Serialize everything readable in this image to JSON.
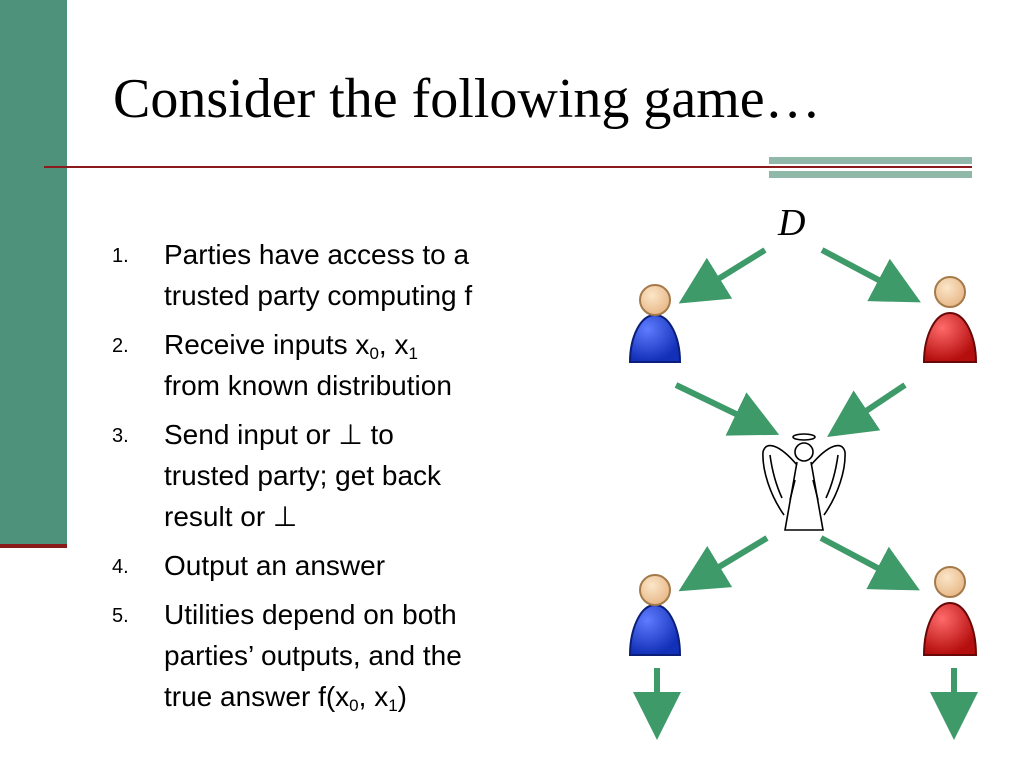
{
  "slide": {
    "title": "Consider the following game…",
    "colors": {
      "sidebar": "#4f927b",
      "rule": "#8b1a1a",
      "accent": "#8fb8a8",
      "arrow": "#3f9a6a",
      "blue_party": "#1d3fc9",
      "red_party": "#d11b1b"
    }
  },
  "steps": [
    {
      "number": "1.",
      "line1": "Parties have access to a",
      "line2": "trusted party computing f"
    },
    {
      "number": "2.",
      "line1_pre": "Receive inputs x",
      "sub0": "0",
      "line1_mid": ", x",
      "sub1": "1",
      "line2": "from known distribution"
    },
    {
      "number": "3.",
      "line1": "Send input or ⊥ to",
      "line2": "trusted party; get back",
      "line3": "result or ⊥"
    },
    {
      "number": "4.",
      "line1": "Output an answer"
    },
    {
      "number": "5.",
      "line1": "Utilities depend on both",
      "line2": "parties’ outputs, and the",
      "line3_pre": "true answer f(x",
      "sub0": "0",
      "line3_mid": ", x",
      "sub1": "1",
      "line3_post": ")"
    }
  ],
  "diagram": {
    "distribution_label": "D",
    "icons": [
      "blue-party-icon",
      "red-party-icon",
      "angel-trusted-party-icon"
    ]
  }
}
